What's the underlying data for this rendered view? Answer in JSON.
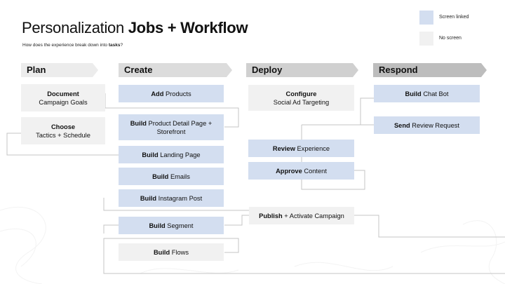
{
  "header": {
    "title_regular": "Personalization ",
    "title_bold": "Jobs + Workflow",
    "subtitle_regular": "How does the experience break down into ",
    "subtitle_bold": "tasks",
    "subtitle_end": "?"
  },
  "legend": {
    "linked": {
      "label": "Screen linked",
      "color": "#d3def0"
    },
    "none": {
      "label": "No screen",
      "color": "#f1f1f1"
    }
  },
  "phases": {
    "plan": {
      "label": "Plan",
      "color": "#ececec"
    },
    "create": {
      "label": "Create",
      "color": "#dcdcdc"
    },
    "deploy": {
      "label": "Deploy",
      "color": "#d0d0d0"
    },
    "respond": {
      "label": "Respond",
      "color": "#bdbdbd"
    }
  },
  "tasks": {
    "document": {
      "bold": "Document",
      "rest": "Campaign Goals"
    },
    "choose": {
      "bold": "Choose",
      "rest": "Tactics + Schedule"
    },
    "add_products": {
      "bold": "Add",
      "rest": " Products"
    },
    "build_pdp": {
      "bold": "Build",
      "rest": " Product Detail Page + Storefront"
    },
    "build_landing": {
      "bold": "Build",
      "rest": " Landing Page"
    },
    "build_emails": {
      "bold": "Build",
      "rest": " Emails"
    },
    "build_instagram": {
      "bold": "Build",
      "rest": " Instagram Post"
    },
    "build_segment": {
      "bold": "Build",
      "rest": " Segment"
    },
    "build_flows": {
      "bold": "Build",
      "rest": " Flows"
    },
    "configure": {
      "bold": "Configure",
      "rest": "Social Ad Targeting"
    },
    "review": {
      "bold": "Review",
      "rest": " Experience"
    },
    "approve": {
      "bold": "Approve",
      "rest": " Content"
    },
    "publish": {
      "bold": "Publish",
      "rest": " + Activate Campaign"
    },
    "chat_bot": {
      "bold": "Build",
      "rest": " Chat Bot"
    },
    "send_review": {
      "bold": "Send",
      "rest": " Review Request"
    }
  }
}
